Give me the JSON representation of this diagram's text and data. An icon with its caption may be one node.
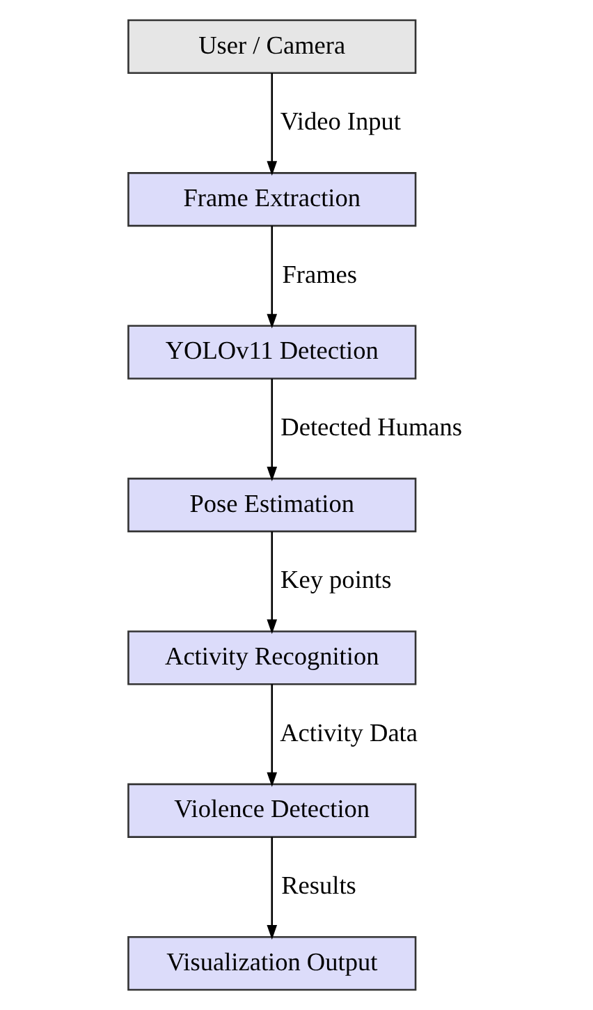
{
  "diagram": {
    "nodes": [
      {
        "text": [
          "User / Camera"
        ]
      },
      {
        "text": [
          "Frame Extraction"
        ]
      },
      {
        "text": [
          "YOLOv11 Detection"
        ]
      },
      {
        "text": [
          "Pose Estimation"
        ]
      },
      {
        "text": [
          "Activity Recognition"
        ]
      },
      {
        "text": [
          "Violence Detection"
        ]
      },
      {
        "text": [
          "Visualization Output"
        ]
      }
    ],
    "edges": [
      {
        "from": 0,
        "to": 1,
        "arrow": "to",
        "label": "Video Input"
      },
      {
        "from": 1,
        "to": 2,
        "arrow": "to",
        "label": "Frames"
      },
      {
        "from": 2,
        "to": 3,
        "arrow": "to",
        "label": "Detected Humans"
      },
      {
        "from": 3,
        "to": 4,
        "arrow": "to",
        "label": "Key points"
      },
      {
        "from": 4,
        "to": 5,
        "arrow": "to",
        "label": "Activity Data"
      },
      {
        "from": 5,
        "to": 6,
        "arrow": "to",
        "label": "Results"
      }
    ]
  }
}
